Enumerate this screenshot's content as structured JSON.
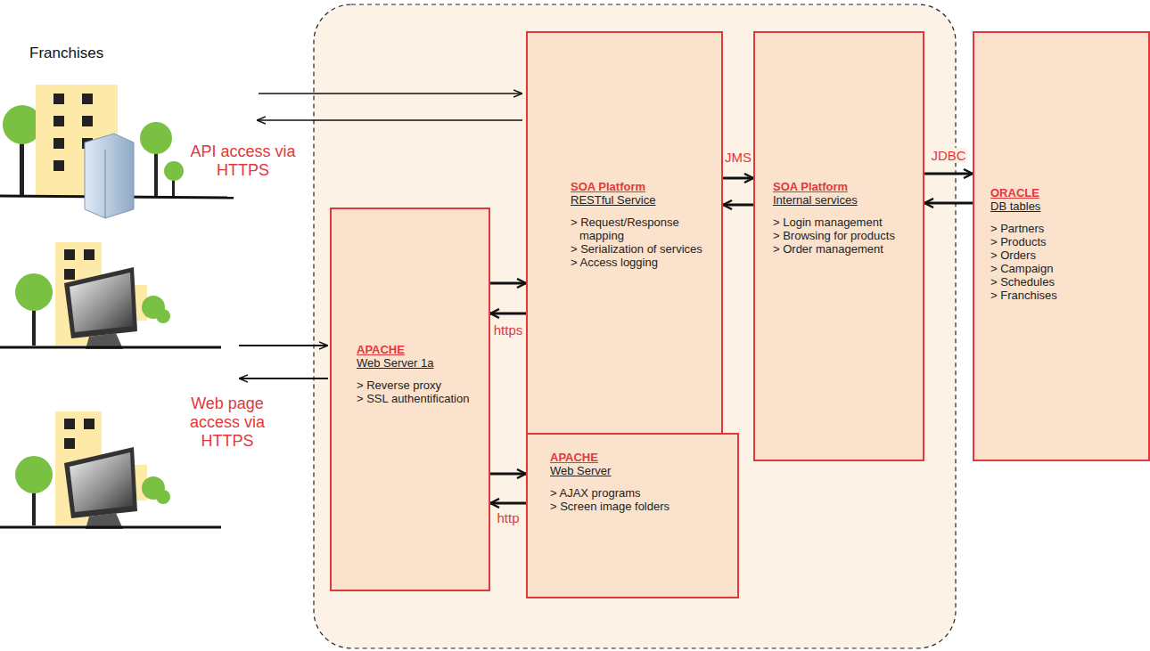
{
  "diagram": {
    "nodes": [
      {
        "text": [
          "APACHE",
          "Web Server 1a",
          "> Reverse proxy",
          "> SSL authentification"
        ]
      },
      {
        "text": [
          "SOA Platform",
          "RESTful Service",
          "> Request/Response mapping",
          "> Serialization of services",
          "> Access logging"
        ]
      },
      {
        "text": [
          "APACHE",
          "Web Server",
          "> AJAX programs",
          "> Screen image folders"
        ]
      },
      {
        "text": [
          "SOA Platform",
          "Internal services",
          "> Login management",
          "> Browsing for products",
          "> Order management"
        ]
      },
      {
        "text": [
          "ORACLE",
          "DB tables",
          "> Partners",
          "> Products",
          "> Orders",
          "> Campaign",
          "> Schedules",
          "> Franchises"
        ]
      }
    ],
    "edges": [
      {
        "from": 0,
        "to": 1,
        "arrow": "to"
      },
      {
        "from": 1,
        "to": 0,
        "label": "https",
        "arrow": "to"
      },
      {
        "from": 0,
        "to": 2,
        "arrow": "to"
      },
      {
        "from": 2,
        "to": 0,
        "label": "http",
        "arrow": "to"
      },
      {
        "from": 1,
        "to": 3,
        "label": "JMS",
        "arrow": "to"
      },
      {
        "from": 3,
        "to": 1,
        "arrow": "to"
      },
      {
        "from": 3,
        "to": 4,
        "label": "JDBC",
        "arrow": "to"
      },
      {
        "from": 4,
        "to": 3,
        "arrow": "to"
      }
    ],
    "labels": [
      "Franchises",
      "API access via HTTPS",
      "Web page access via HTTPS"
    ]
  }
}
